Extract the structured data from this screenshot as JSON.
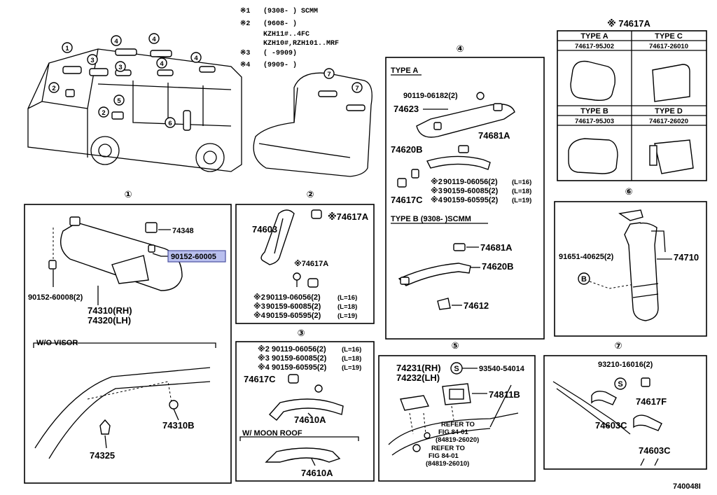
{
  "notes": [
    {
      "mark": "※1",
      "text": "(9308-     ) SCMM"
    },
    {
      "mark": "※2",
      "text": "(9608-     )"
    },
    {
      "mark": "",
      "text": "KZH11#..4FC"
    },
    {
      "mark": "",
      "text": "KZH10#,RZH101..MRF"
    },
    {
      "mark": "※3",
      "text": "(     -9909)"
    },
    {
      "mark": "※4",
      "text": "(9909-     )"
    }
  ],
  "section_numbers": [
    "①",
    "②",
    "③",
    "④",
    "⑤",
    "⑥",
    "⑦"
  ],
  "callouts": [
    "1",
    "2",
    "3",
    "4",
    "5",
    "6",
    "7"
  ],
  "s1": {
    "p74348": "74348",
    "p90152_60005": "90152-60005",
    "p90152_60008": "90152-60008(2)",
    "p74310": "74310(RH)",
    "p74320": "74320(LH)",
    "wo_visor": "W/O VISOR",
    "p74310B": "74310B",
    "p74325": "74325"
  },
  "s2": {
    "p74603": "74603",
    "p74617A_1": "※74617A",
    "p74617A_2": "※74617A",
    "rows": [
      {
        "mark": "※2",
        "pn": "90119-06056(2)",
        "len": "(L=16)"
      },
      {
        "mark": "※3",
        "pn": "90159-60085(2)",
        "len": "(L=18)"
      },
      {
        "mark": "※4",
        "pn": "90159-60595(2)",
        "len": "(L=19)"
      }
    ]
  },
  "s3": {
    "rows": [
      {
        "mark": "※2",
        "pn": "90119-06056(2)",
        "len": "(L=16)"
      },
      {
        "mark": "※3",
        "pn": "90159-60085(2)",
        "len": "(L=18)"
      },
      {
        "mark": "※4",
        "pn": "90159-60595(2)",
        "len": "(L=19)"
      }
    ],
    "p74617C": "74617C",
    "p74610A_1": "74610A",
    "moon_roof": "W/ MOON ROOF",
    "p74610A_2": "74610A"
  },
  "s4": {
    "type_a": "TYPE A",
    "p90119_06182": "90119-06182(2)",
    "p74623": "74623",
    "p74681A_1": "74681A",
    "p74620B_1": "74620B",
    "p74617C": "74617C",
    "rows": [
      {
        "mark": "※2",
        "pn": "90119-06056(2)",
        "len": "(L=16)"
      },
      {
        "mark": "※3",
        "pn": "90159-60085(2)",
        "len": "(L=18)"
      },
      {
        "mark": "※4",
        "pn": "90159-60595(2)",
        "len": "(L=19)"
      }
    ],
    "type_b": "TYPE B (9308-     )SCMM",
    "p74681A_2": "74681A",
    "p74620B_2": "74620B",
    "p74612": "74612"
  },
  "s5": {
    "p74231": "74231(RH)",
    "p74232": "74232(LH)",
    "s_mark": "S",
    "p93540": "93540-54014",
    "p74811B": "74811B",
    "refer1": "REFER TO",
    "refer1_fig": "FIG 84-01",
    "refer1_pn": "(84819-26020)",
    "refer2": "REFER TO",
    "refer2_fig": "FIG 84-01",
    "refer2_pn": "(84819-26010)"
  },
  "s6": {
    "p91651": "91651-40625(2)",
    "b_mark": "B",
    "p74710": "74710"
  },
  "s7": {
    "p93210": "93210-16016(2)",
    "s_mark": "S",
    "p74617F": "74617F",
    "p74603C_1": "74603C",
    "p74603C_2": "74603C"
  },
  "types_table": {
    "title": "※ 74617A",
    "cells": [
      {
        "type": "TYPE A",
        "pn": "74617-95J02"
      },
      {
        "type": "TYPE C",
        "pn": "74617-26010"
      },
      {
        "type": "TYPE B",
        "pn": "74617-95J03"
      },
      {
        "type": "TYPE D",
        "pn": "74617-26020"
      }
    ]
  },
  "figure_id": "740048I"
}
